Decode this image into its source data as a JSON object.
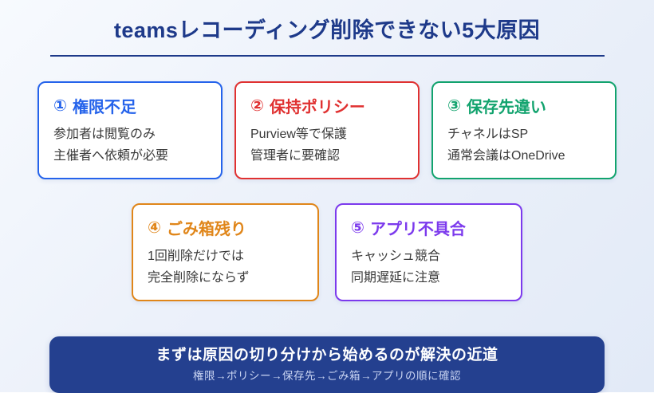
{
  "title": "teamsレコーディング削除できない5大原因",
  "title_color": "#1e3a8a",
  "background": {
    "gradient_from": "#f7fafe",
    "gradient_to": "#e2eaf7"
  },
  "cards": [
    {
      "number": "①",
      "title": "権限不足",
      "color": "#2563eb",
      "lines": [
        "参加者は閲覧のみ",
        "主催者へ依頼が必要"
      ]
    },
    {
      "number": "②",
      "title": "保持ポリシー",
      "color": "#e03131",
      "lines": [
        "Purview等で保護",
        "管理者に要確認"
      ]
    },
    {
      "number": "③",
      "title": "保存先違い",
      "color": "#12a36e",
      "lines": [
        "チャネルはSP",
        "通常会議はOneDrive"
      ]
    },
    {
      "number": "④",
      "title": "ごみ箱残り",
      "color": "#e0861a",
      "lines": [
        "1回削除だけでは",
        "完全削除にならず"
      ]
    },
    {
      "number": "⑤",
      "title": "アプリ不具合",
      "color": "#7c3aed",
      "lines": [
        "キャッシュ競合",
        "同期遅延に注意"
      ]
    }
  ],
  "banner": {
    "headline": "まずは原因の切り分けから始めるのが解決の近道",
    "subline": "権限→ポリシー→保存先→ごみ箱→アプリの順に確認",
    "bg_color": "#24408f",
    "headline_color": "#ffffff",
    "subline_color": "#c9d4f2"
  }
}
